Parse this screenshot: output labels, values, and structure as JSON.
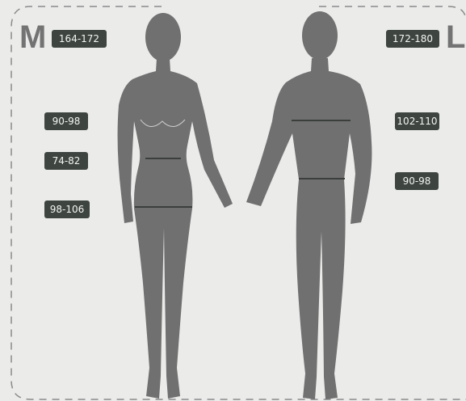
{
  "size_m": {
    "letter": "M",
    "height": "164-172",
    "bust": "90-98",
    "waist": "74-82",
    "hips": "98-106"
  },
  "size_l": {
    "letter": "L",
    "height": "172-180",
    "chest": "102-110",
    "waist": "90-98"
  },
  "colors": {
    "background": "#ebecea",
    "silhouette": "#707070",
    "badge": "#3e4541",
    "measure_line": "#3a3f3c",
    "frame": "#8a8a8a"
  }
}
